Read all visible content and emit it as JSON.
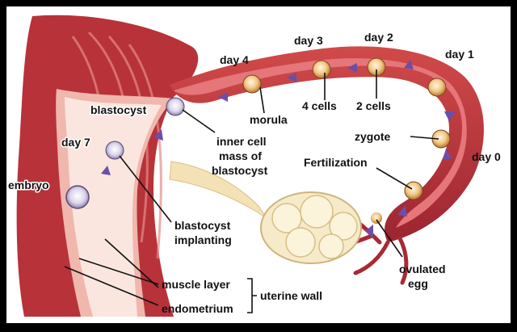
{
  "diagram": {
    "stages": {
      "day1": "day 1",
      "day2": "day 2",
      "day3": "day 3",
      "day4": "day 4",
      "day7": "day 7",
      "day0": "day 0"
    },
    "labels": {
      "blastocyst": "blastocyst",
      "morula": "morula",
      "four_cells": "4 cells",
      "two_cells": "2 cells",
      "zygote": "zygote",
      "fertilization": "Fertilization",
      "inner_cell_mass": [
        "inner cell",
        "mass of",
        "blastocyst"
      ],
      "embryo": "embryo",
      "blastocyst_implanting": [
        "blastocyst",
        "implanting"
      ],
      "ovulated_egg": [
        "ovulated",
        "egg"
      ],
      "muscle_layer": "muscle layer",
      "endometrium": "endometrium",
      "uterine_wall": "uterine wall"
    },
    "colors": {
      "frame": "#000000",
      "background": "#ffffff",
      "tissue": "#b8323a",
      "tissue_light": "#e89a94",
      "lumen": "#fbe6df",
      "ovary": "#f6eac8",
      "cell": "#f3c98a",
      "arrow": "#6a4fa8"
    }
  }
}
